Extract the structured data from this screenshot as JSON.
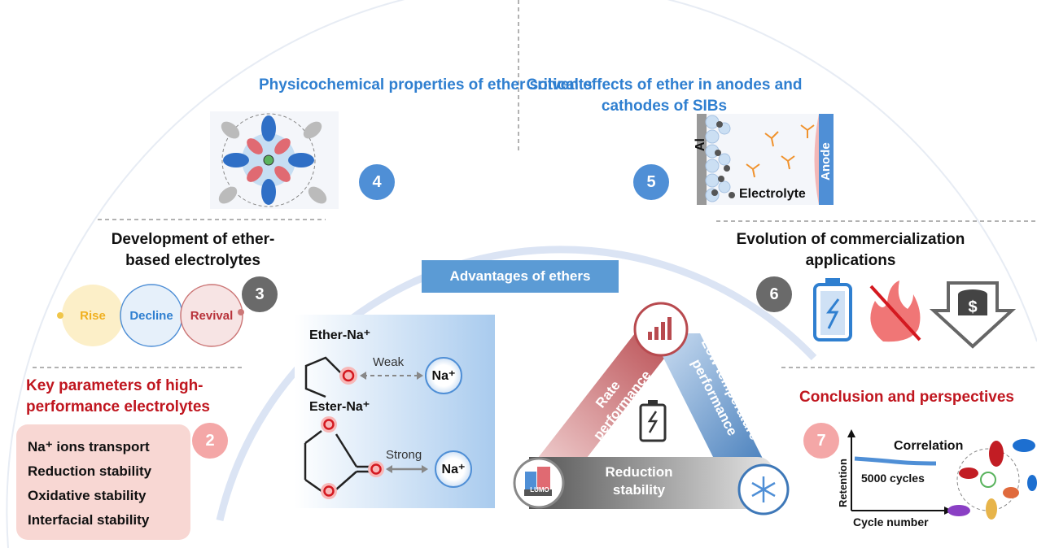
{
  "sections": {
    "s4": {
      "number": "4",
      "title": "Physicochemical properties of ether solvents"
    },
    "s5": {
      "number": "5",
      "title": "Critical effects of ether in anodes and cathodes of SIBs",
      "al_label": "Al",
      "anode_label": "Anode",
      "electrolyte_label": "Electrolyte"
    },
    "s3": {
      "number": "3",
      "title": "Development of ether-based electrolytes",
      "stages": [
        "Rise",
        "Decline",
        "Revival"
      ]
    },
    "s6": {
      "number": "6",
      "title": "Evolution of commercialization applications"
    },
    "s2": {
      "number": "2",
      "title": "Key parameters of high-performance electrolytes",
      "parameters": [
        "Na⁺ ions transport",
        "Reduction stability",
        "Oxidative stability",
        "Interfacial stability"
      ]
    },
    "s7": {
      "number": "7",
      "title": "Conclusion and perspectives",
      "correlation": "Correlation",
      "cycles": "5000 cycles",
      "y_axis": "Retention",
      "x_axis": "Cycle number"
    }
  },
  "center": {
    "advantages_title": "Advantages of ethers",
    "ether": {
      "label": "Ether-Na⁺",
      "bond": "Weak",
      "ion": "Na⁺",
      "atom": "O"
    },
    "ester": {
      "label": "Ester-Na⁺",
      "bond": "Strong",
      "ion": "Na⁺",
      "atom": "O"
    },
    "triangle": {
      "rate": "Rate performance",
      "low_temp": "Low temperature performance",
      "reduction": "Reduction stability",
      "lumo": "LUMO"
    }
  },
  "colors": {
    "blue": "#2f7fd0",
    "red": "#c0161f",
    "arc": "#dde6f5",
    "badge_blue": "#4f8fd6",
    "badge_gray": "#6a6a6a",
    "badge_pink": "#f4a7a7"
  }
}
